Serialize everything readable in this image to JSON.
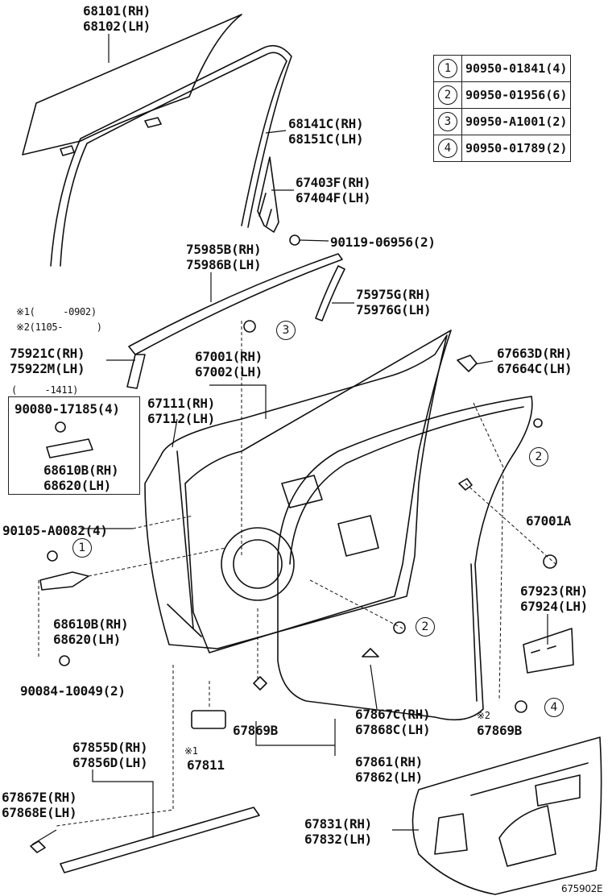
{
  "labels": {
    "glass": "68101(RH)\n68102(LH)",
    "glass_run": "68141C(RH)\n68151C(LH)",
    "channel": "67403F(RH)\n67404F(LH)",
    "screw_90119": "90119-06956(2)",
    "weatherstrip_upper": "75985B(RH)\n75986B(LH)",
    "weatherstrip_rear": "75975G(RH)\n75976G(LH)",
    "note1": "※1(     -0902)",
    "note2": "※2(1105-      )",
    "molding_front": "75921C(RH)\n75922M(LH)",
    "range_1411": "(     -1411)",
    "panel_outer": "67001(RH)\n67002(LH)",
    "cover_67663": "67663D(RH)\n67664C(LH)",
    "panel_inner": "67111(RH)\n67112(LH)",
    "box_bolt": "90080-17185(4)",
    "box_check": "68610B(RH)\n68620(LH)",
    "panel_67001A": "67001A",
    "bolt_90105": "90105-A0082(4)",
    "pad_67923": "67923(RH)\n67924(LH)",
    "check_68610B": "68610B(RH)\n68620(LH)",
    "bolt_90084": "90084-10049(2)",
    "seal_67867C": "67867C(RH)\n67868C(LH)",
    "clip_67869B_left": "67869B",
    "clip_67869B_right": "67869B",
    "note2_mark": "※2",
    "molding_67855D": "67855D(RH)\n67856D(LH)",
    "note1_mark": "※1",
    "pad_67811": "67811",
    "weatherstrip_67861": "67861(RH)\n67862(LH)",
    "seal_67867E": "67867E(RH)\n67868E(LH)",
    "trim_67831": "67831(RH)\n67832(LH)",
    "diagram_id": "675902E"
  },
  "ref_table": [
    {
      "num": "1",
      "part": "90950-01841(4)"
    },
    {
      "num": "2",
      "part": "90950-01956(6)"
    },
    {
      "num": "3",
      "part": "90950-A1001(2)"
    },
    {
      "num": "4",
      "part": "90950-01789(2)"
    }
  ],
  "callouts": {
    "c3": "3",
    "c2_top": "2",
    "c1": "1",
    "c2_mid": "2",
    "c4": "4"
  }
}
